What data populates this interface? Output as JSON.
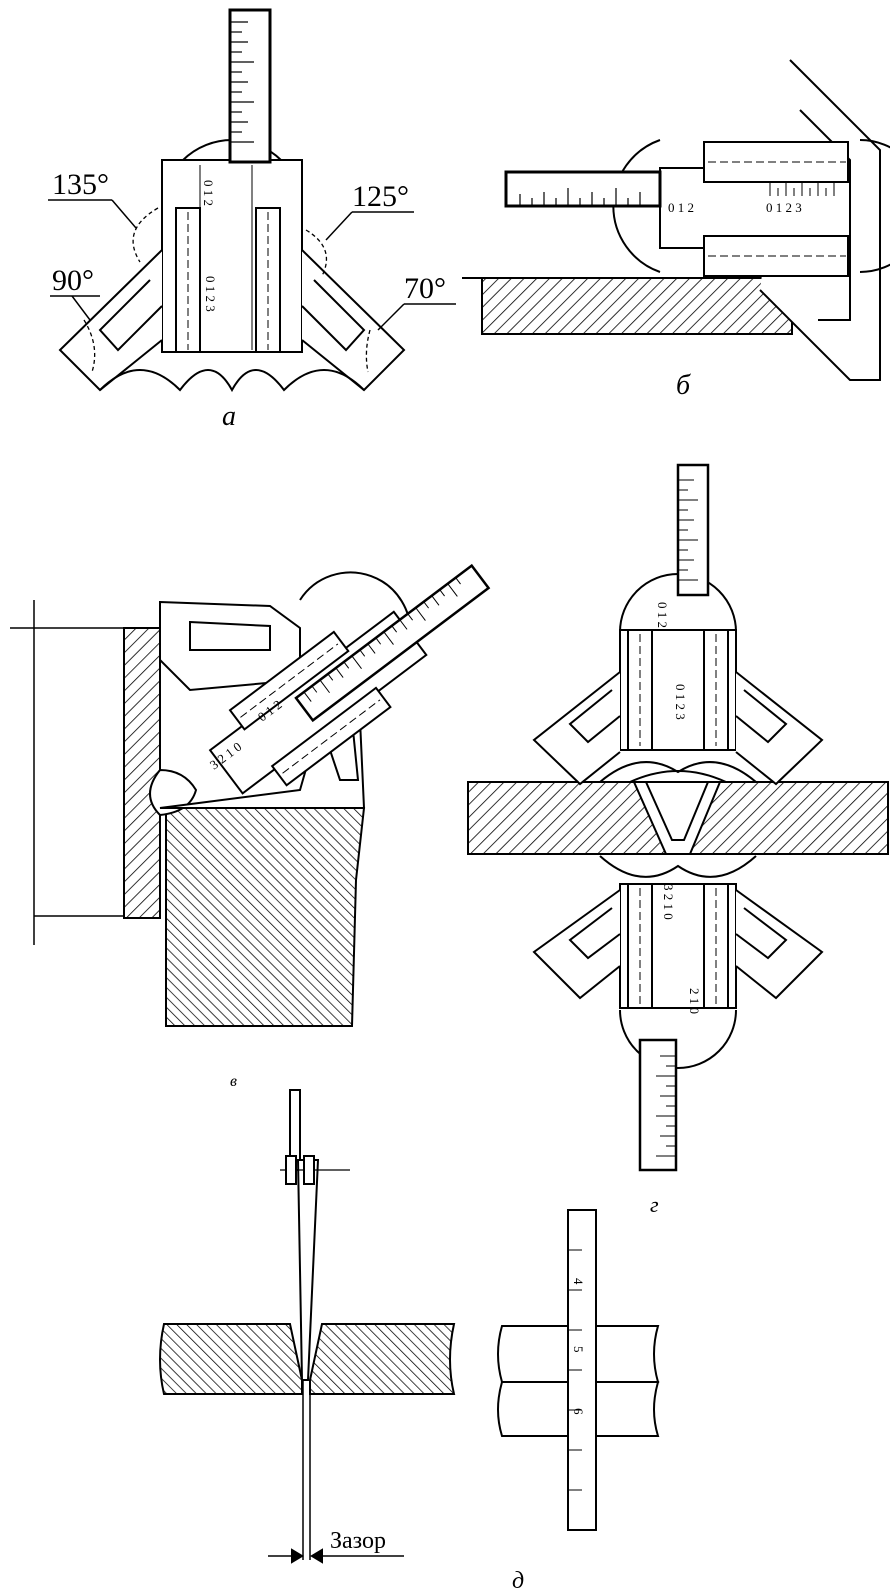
{
  "figure": {
    "panel_a": {
      "caption": "а",
      "angles": [
        "135°",
        "125°",
        "90°",
        "70°"
      ],
      "scale_top": "0 1 2",
      "scale_bottom": "0 1 2 3"
    },
    "panel_b": {
      "caption": "б",
      "scale_left": "0 1 2",
      "scale_right": "0 1 2 3"
    },
    "panel_v": {
      "caption": "в",
      "scale_main": "0 1 2",
      "scale_lower": "3 2 1 0"
    },
    "panel_g": {
      "caption": "г",
      "scale_top": "0 1 2",
      "scale_mid": "0 1 2 3",
      "scale_low": "3 2 1 0",
      "scale_bottom": "2 1 0"
    },
    "panel_d": {
      "caption": "д",
      "gap_label": "Зазор",
      "ruler_marks": [
        "4",
        "5",
        "6"
      ]
    },
    "colors": {
      "ink": "#000000",
      "paper": "#ffffff"
    }
  }
}
